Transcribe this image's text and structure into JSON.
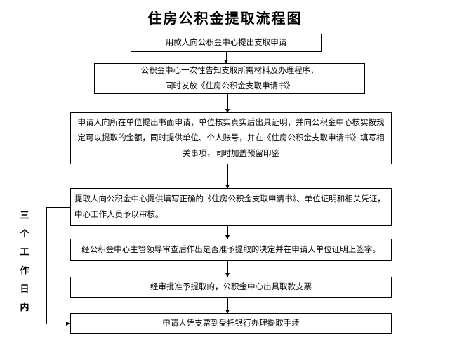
{
  "title": "住房公积金提取流程图",
  "colors": {
    "background": "#ffffff",
    "box_border": "#000000",
    "text": "#000000",
    "connector": "#000000"
  },
  "side_note": {
    "label": "三个工作日内",
    "chars": [
      "三",
      "个",
      "工",
      "作",
      "日",
      "内"
    ]
  },
  "steps": [
    {
      "text": "用款人向公积金中心提出支取申请"
    },
    {
      "text": "公积金中心一次性告知支取所需材料及办理程序，\n同时发放《住房公积金支取申请书》"
    },
    {
      "text": "申请人向所在单位提出书面申请，单位核实真实后出具证明，并向公积金中心核实按规定可以提取的金额，同时提供单位、个人账号，并在《住房公积金支取申请书》填写相关事项，同时加盖预留印鉴"
    },
    {
      "text": "提取人向公积金中心提供填写正确的《住房公积金支取申请书》、单位证明和相关凭证，中心工作人员予以审核。"
    },
    {
      "text": "经公积金中心主管领导审查后作出是否准予提取的决定并在申请人单位证明上签字。"
    },
    {
      "text": "经审批准予提取的，公积金中心出具取款支票"
    },
    {
      "text": "申请人凭支票到受托银行办理提取手续"
    }
  ]
}
